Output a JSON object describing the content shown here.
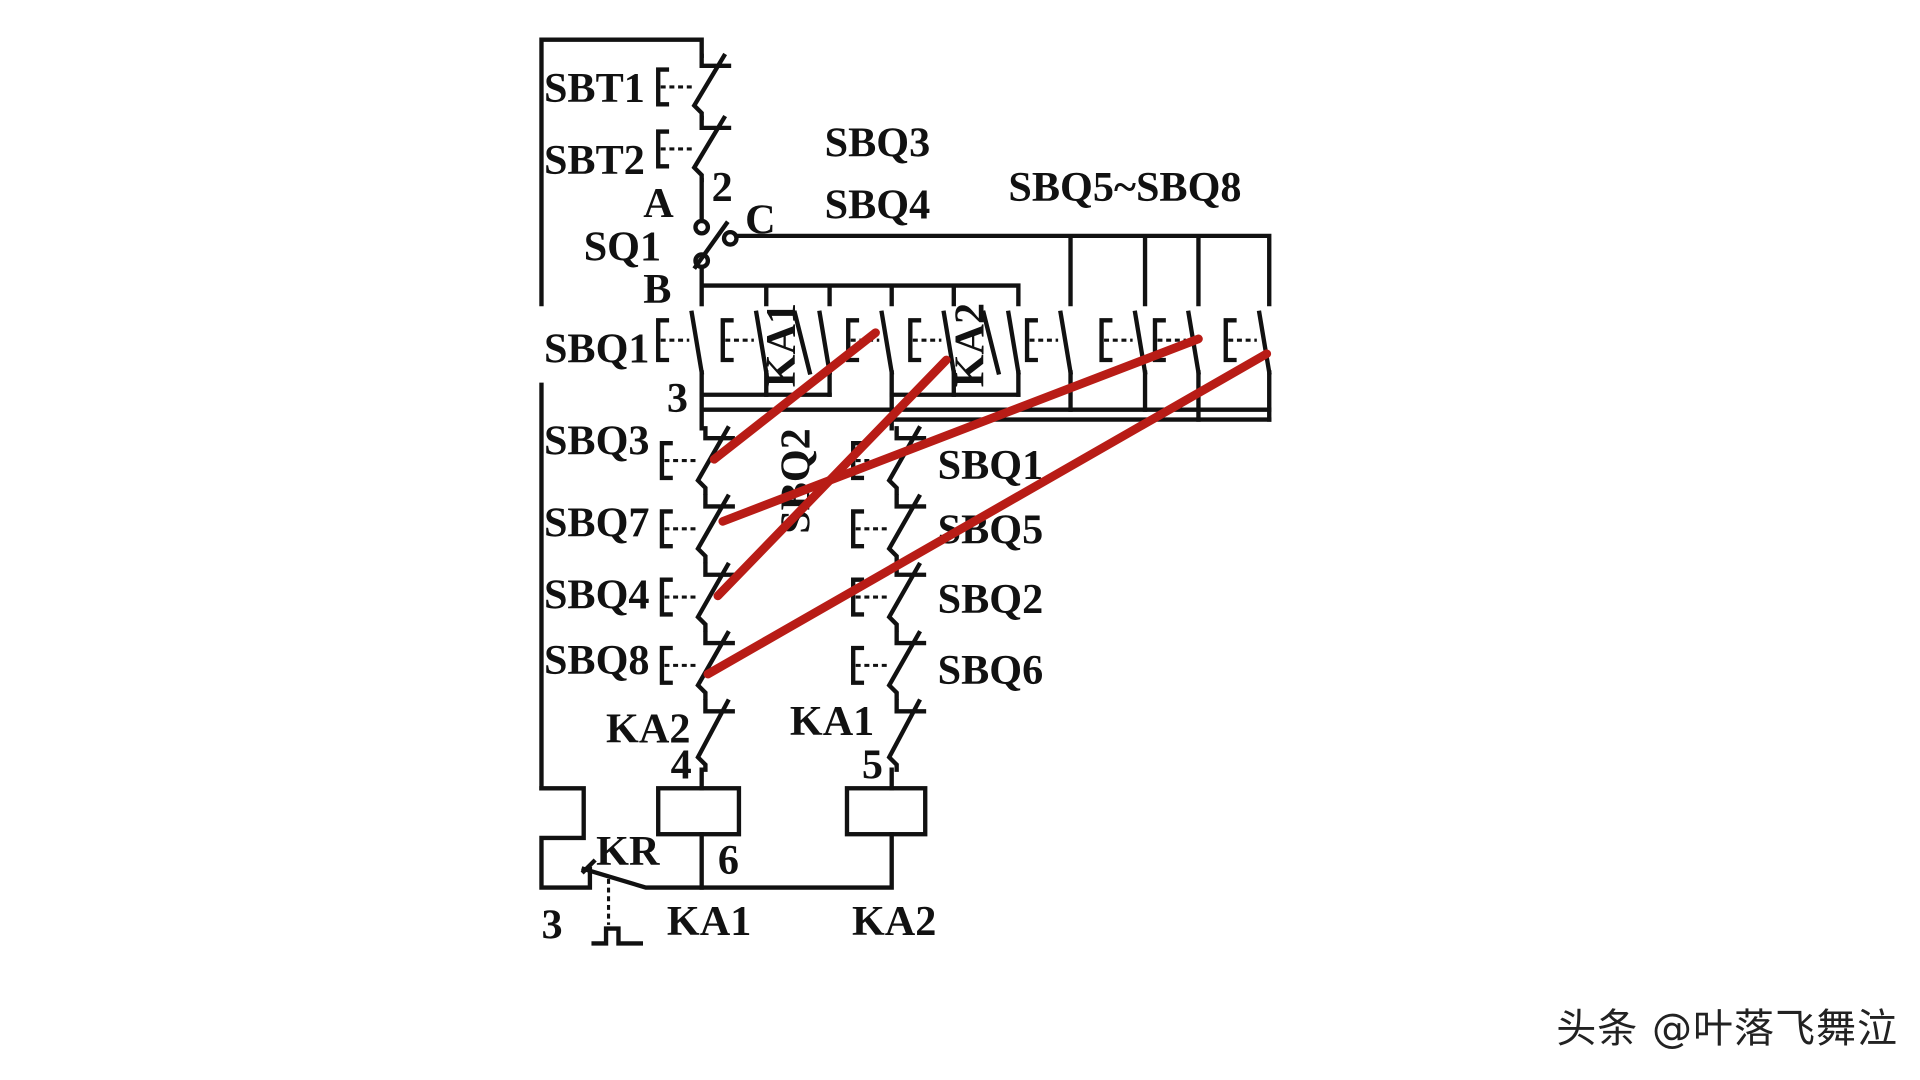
{
  "diagram": {
    "top_labels": {
      "sbt1": "SBT1",
      "sbt2": "SBT2",
      "a": "A",
      "n2": "2",
      "c": "C",
      "sq1": "SQ1",
      "b": "B",
      "sbq1": "SBQ1",
      "n3": "3",
      "sbq3": "SBQ3",
      "sbq4": "SBQ4",
      "sbq5_8": "SBQ5~SBQ8",
      "ka1_rot": "KA1",
      "ka2_rot": "KA2",
      "sbq2_rot": "SBQ2"
    },
    "left_column": [
      "SBQ3",
      "SBQ7",
      "SBQ4",
      "SBQ8"
    ],
    "right_column": [
      "SBQ1",
      "SBQ5",
      "SBQ2",
      "SBQ6"
    ],
    "bottom_labels": {
      "ka2_contact": "KA2",
      "n4": "4",
      "ka1_contact": "KA1",
      "n5": "5",
      "kr": "KR",
      "n6": "6",
      "n3b": "3",
      "ka1_coil": "KA1",
      "ka2_coil": "KA2"
    },
    "annotation_color": "#b81c16"
  },
  "watermark": "头条 @叶落飞舞泣"
}
